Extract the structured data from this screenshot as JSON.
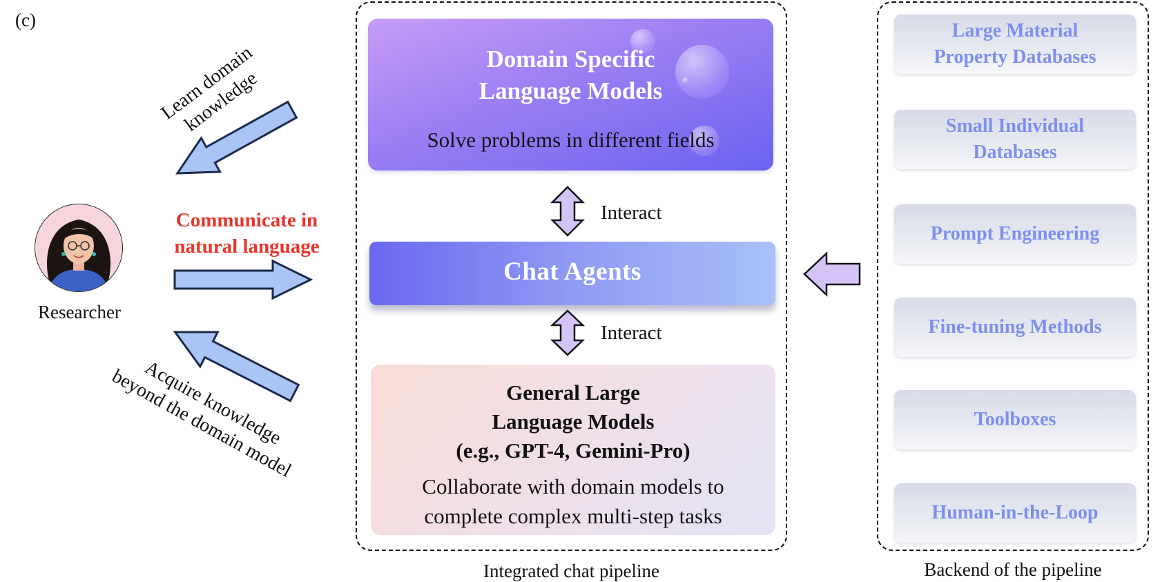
{
  "panel_label": "(c)",
  "researcher": {
    "label": "Researcher",
    "communicate_line1": "Communicate in",
    "communicate_line2": "natural language",
    "learn_line1": "Learn domain",
    "learn_line2": "knowledge",
    "acquire_line1": "Acquire knowledge",
    "acquire_line2": "beyond the domain model"
  },
  "pipeline": {
    "caption": "Integrated chat pipeline",
    "domain_models": {
      "title_line1": "Domain Specific",
      "title_line2": "Language Models",
      "subtitle": "Solve problems in different fields"
    },
    "interact_top": "Interact",
    "chat_agents": "Chat Agents",
    "interact_bottom": "Interact",
    "general_llm": {
      "title_line1": "General Large",
      "title_line2": "Language Models",
      "title_line3": "(e.g., GPT-4, Gemini-Pro)",
      "sub_line1": "Collaborate with domain models to",
      "sub_line2": "complete complex multi-step tasks"
    }
  },
  "backend": {
    "caption": "Backend of the pipeline",
    "items": [
      {
        "line1": "Large Material",
        "line2": "Property Databases"
      },
      {
        "line1": "Small Individual",
        "line2": "Databases"
      },
      {
        "line1": "Prompt Engineering",
        "line2": ""
      },
      {
        "line1": "Fine-tuning Methods",
        "line2": ""
      },
      {
        "line1": "Toolboxes",
        "line2": ""
      },
      {
        "line1": "Human-in-the-Loop",
        "line2": ""
      }
    ]
  },
  "colors": {
    "accent_red": "#e8352b",
    "arrow_blue": "#a9c4f5",
    "arrow_purple": "#d4c3f7",
    "backend_text": "#7f8ff0"
  }
}
